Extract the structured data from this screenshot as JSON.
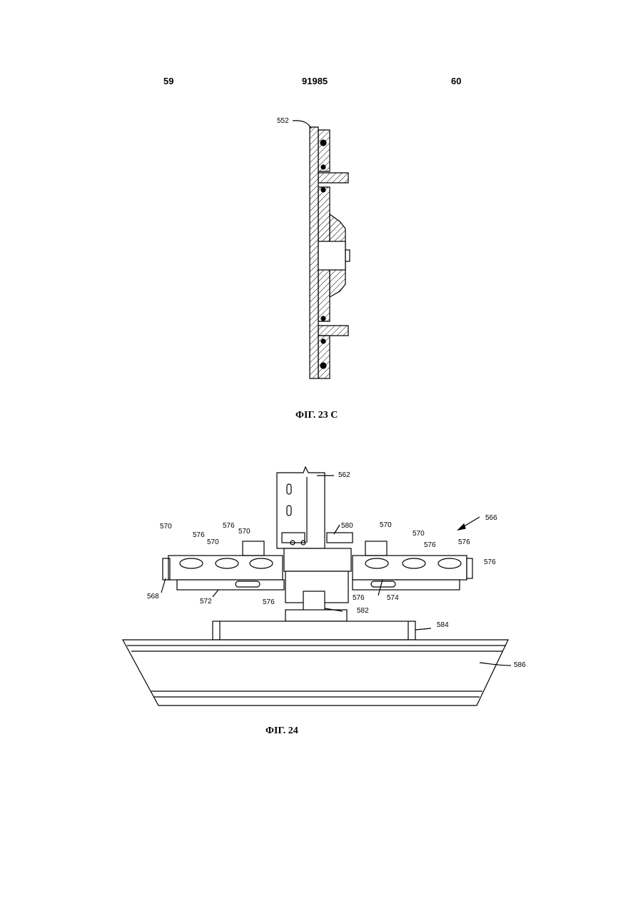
{
  "header": {
    "left_page": "59",
    "patent_number": "91985",
    "right_page": "60"
  },
  "figures": [
    {
      "caption": "ФІГ. 23 С",
      "labels": [
        "552"
      ]
    },
    {
      "caption": "ФІГ. 24",
      "labels": [
        "562",
        "566",
        "580",
        "570",
        "570",
        "570",
        "570",
        "570",
        "576",
        "576",
        "576",
        "576",
        "576",
        "576",
        "576",
        "568",
        "572",
        "574",
        "582",
        "584",
        "586"
      ]
    }
  ]
}
